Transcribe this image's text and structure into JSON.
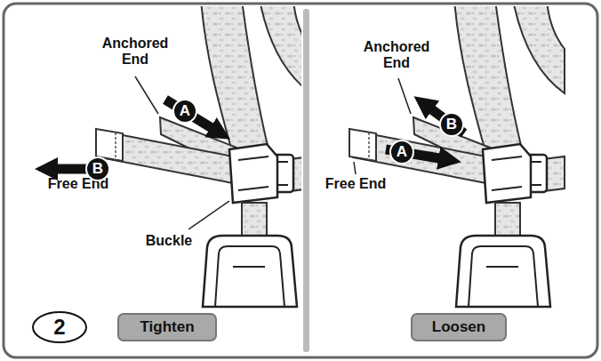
{
  "diagram": {
    "nodes": [
      {
        "text": [
          "A"
        ]
      },
      {
        "text": [
          "B"
        ]
      },
      {
        "text": [
          "B"
        ]
      },
      {
        "text": [
          "A"
        ]
      },
      {
        "text": [
          "2"
        ]
      },
      {
        "text": [
          "Tighten"
        ]
      },
      {
        "text": [
          "Loosen"
        ]
      }
    ],
    "labels": [
      "Anchored End",
      "Free End",
      "Buckle",
      "Anchored End",
      "Free End"
    ]
  }
}
